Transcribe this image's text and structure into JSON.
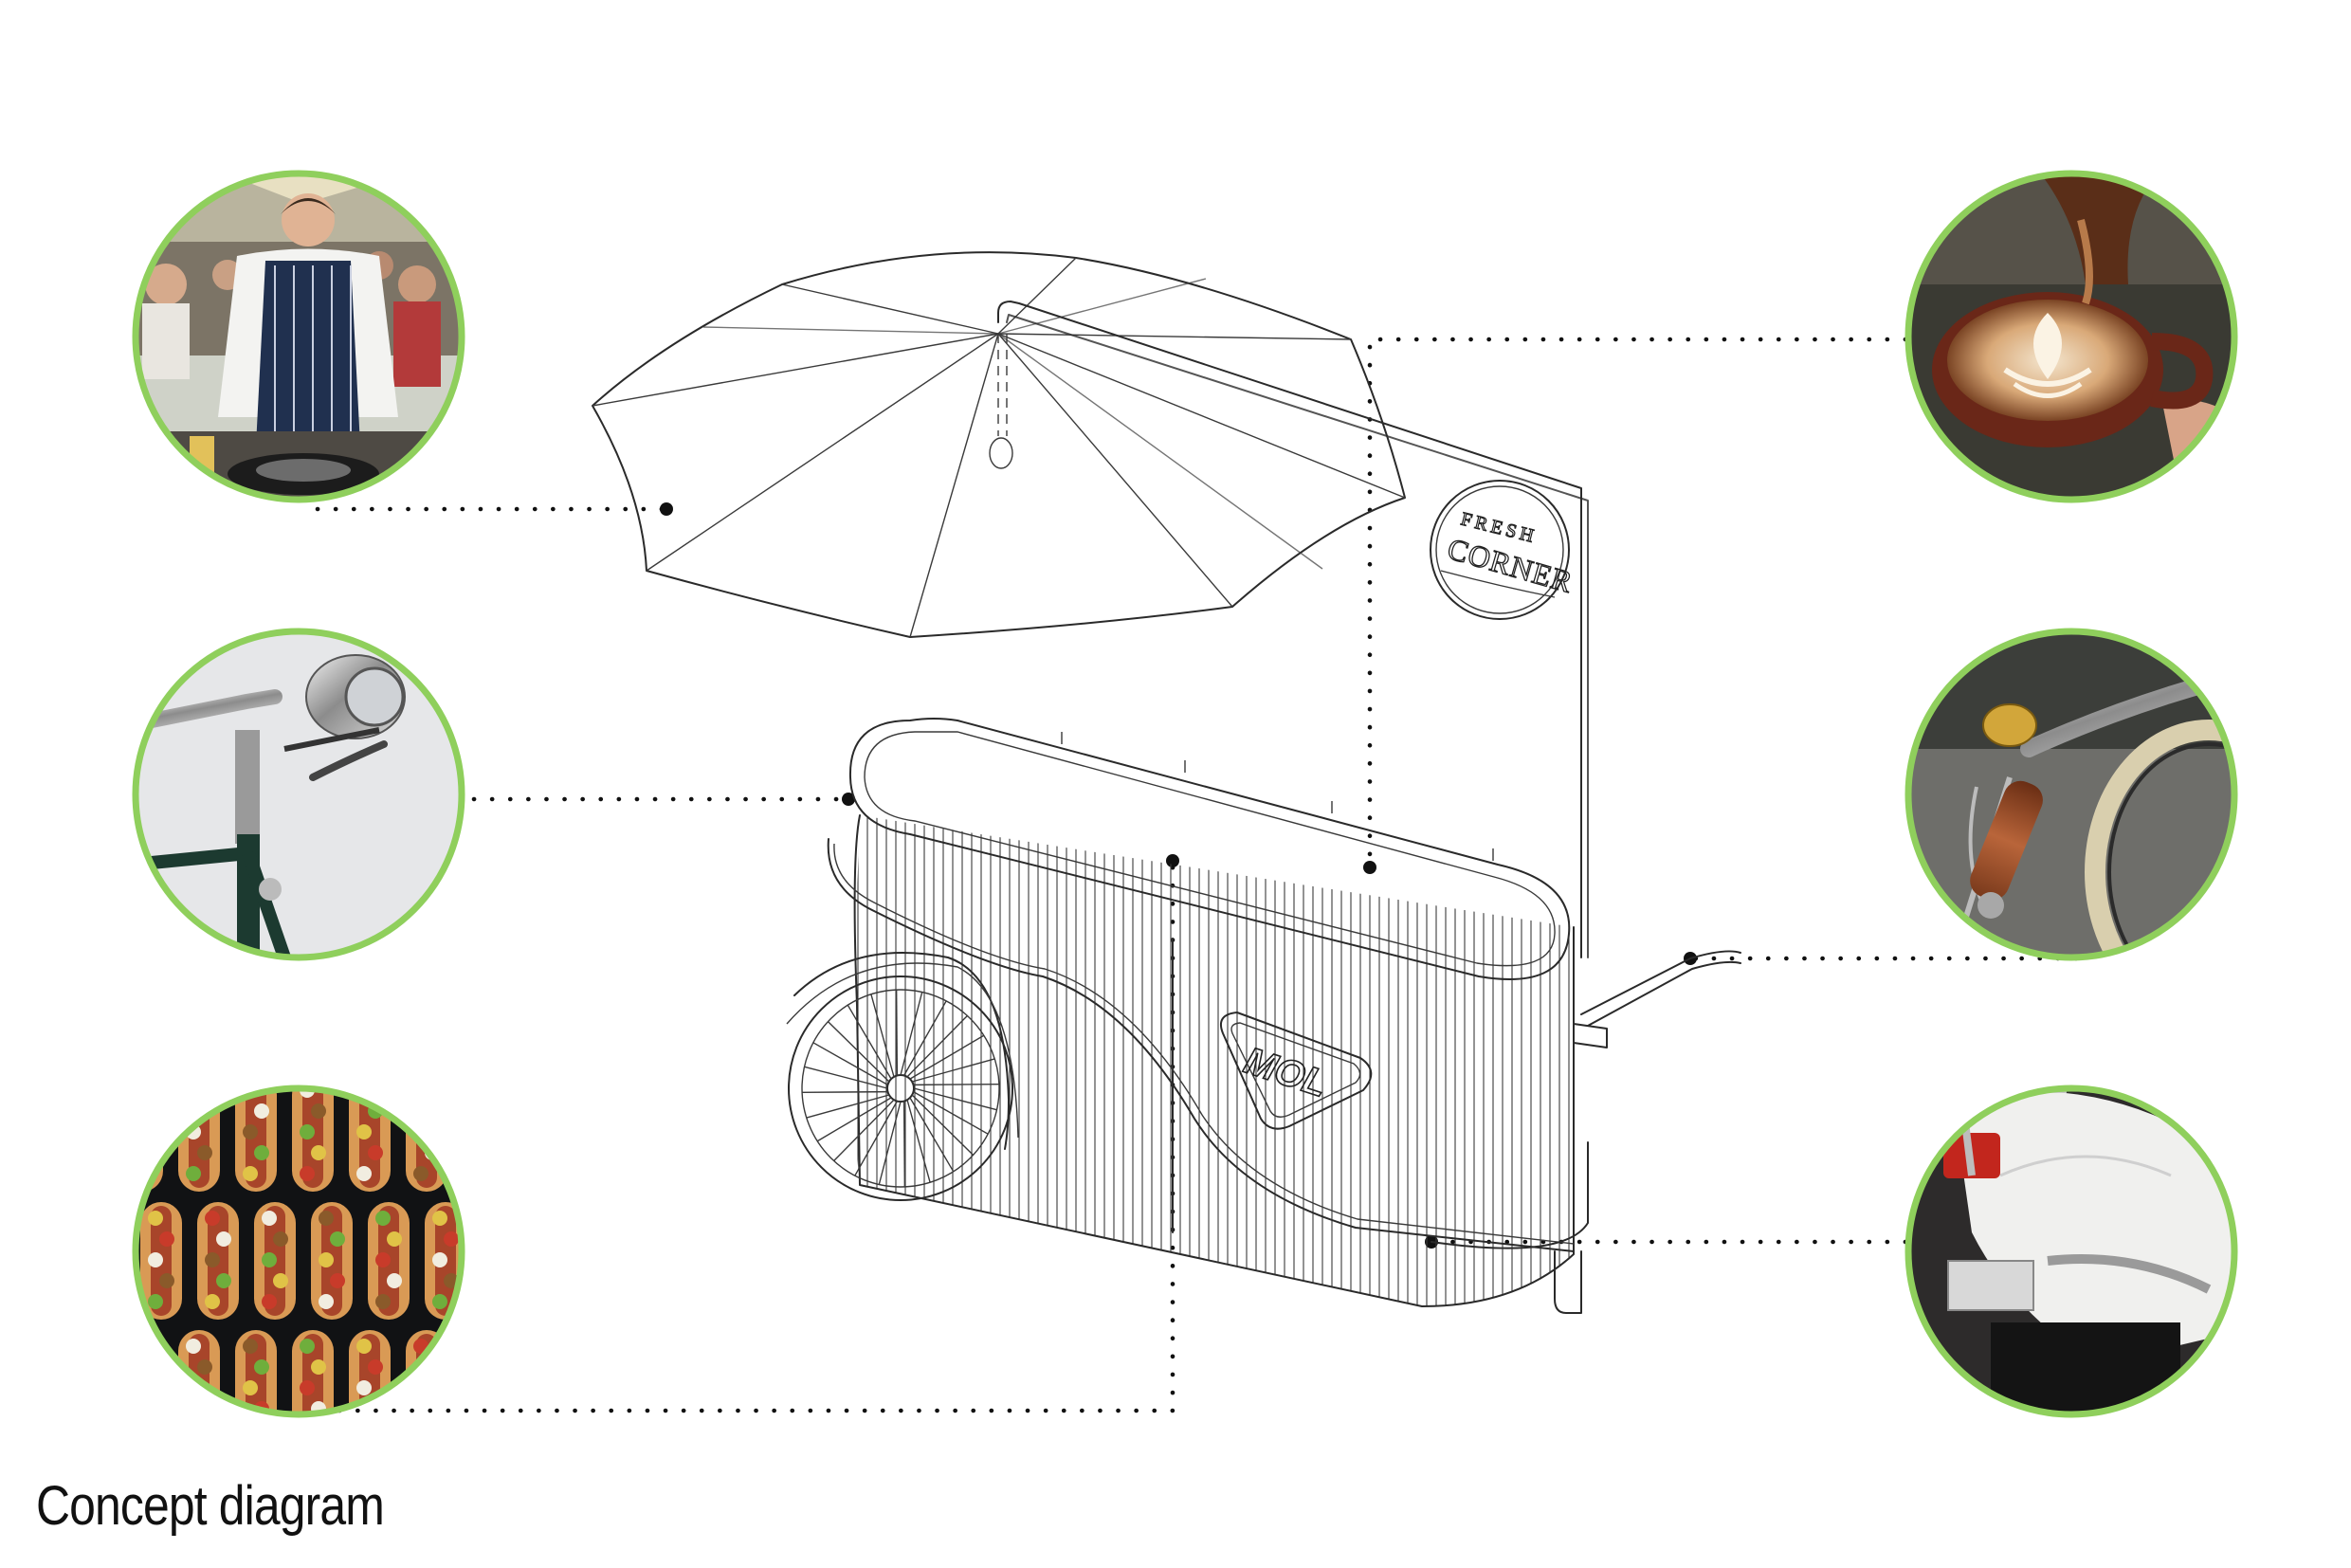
{
  "caption": "Concept diagram",
  "colors": {
    "ring": "#8fcf5c",
    "line": "#2a2a2a",
    "leader": "#111111"
  },
  "sign": {
    "line1": "FRESH",
    "line2": "CORNER"
  },
  "badge": {
    "text": "MOL"
  },
  "photos": [
    {
      "name": "street-chef-photo",
      "subject": "street-food chef"
    },
    {
      "name": "bicycle-headlamp-photo",
      "subject": "bicycle headlamp"
    },
    {
      "name": "hotdogs-photo",
      "subject": "hot dogs"
    },
    {
      "name": "latte-art-photo",
      "subject": "latte art coffee"
    },
    {
      "name": "bicycle-bell-handle-photo",
      "subject": "bicycle bell and handle"
    },
    {
      "name": "scooter-rear-photo",
      "subject": "scooter rear light"
    }
  ]
}
